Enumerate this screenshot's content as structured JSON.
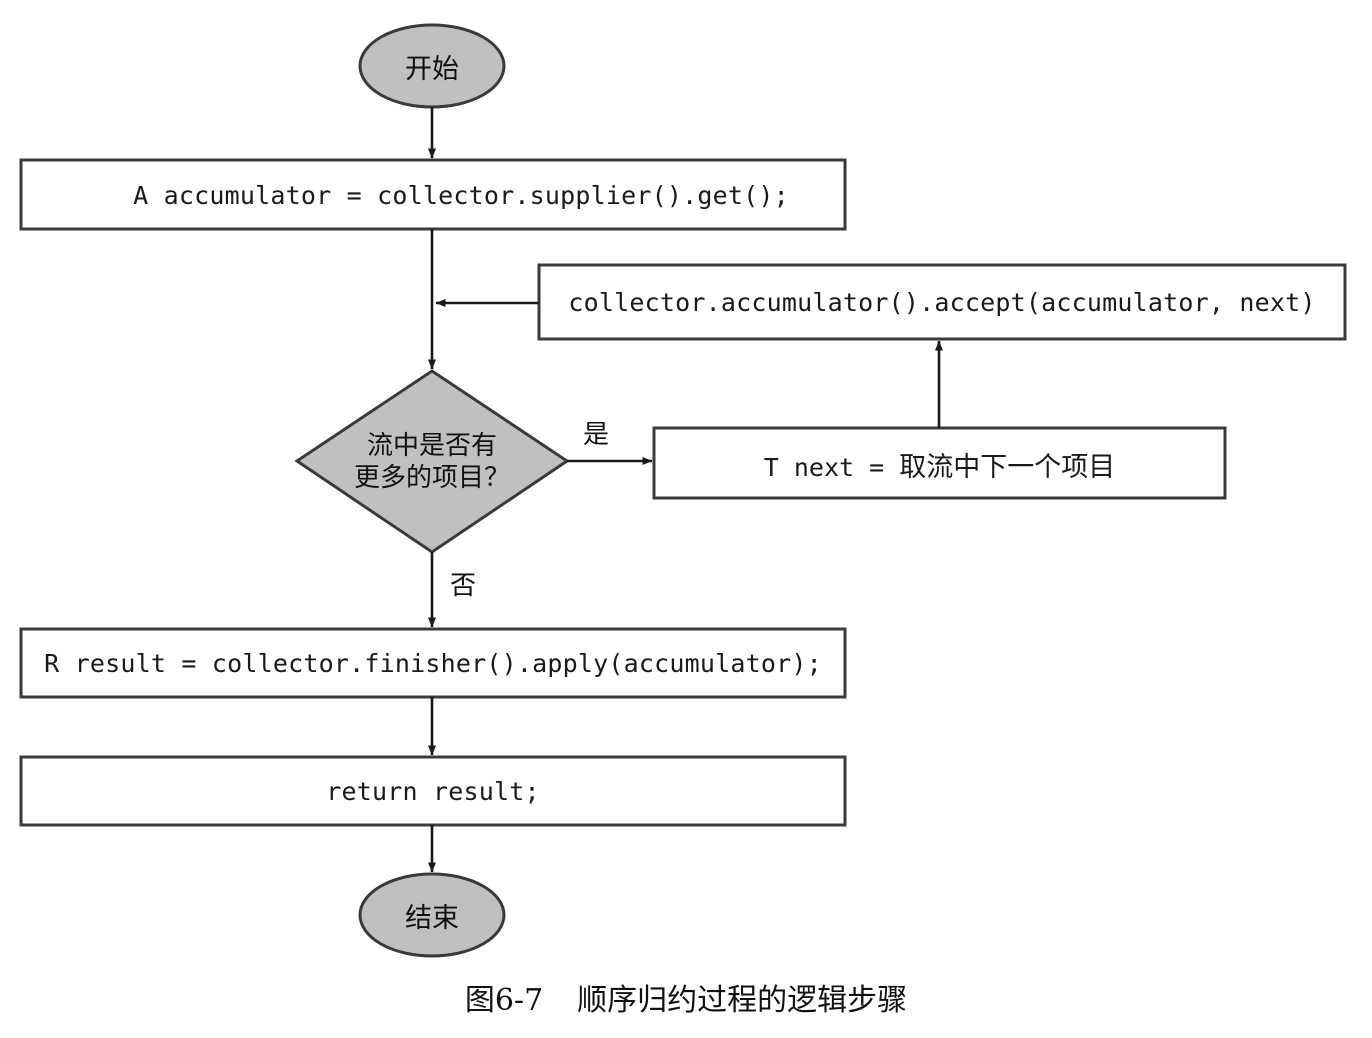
{
  "figure": {
    "caption_number": "图6-7",
    "caption_text": "顺序归约过程的逻辑步骤"
  },
  "colors": {
    "node_fill_gray": "#c0c0c0",
    "node_fill_white": "#ffffff",
    "stroke": "#3a3a3a",
    "text": "#111111"
  },
  "nodes": {
    "start": {
      "label": "开始",
      "shape": "ellipse",
      "fill": "#c0c0c0"
    },
    "supplier": {
      "label": "A accumulator = collector.supplier().get();",
      "shape": "process",
      "fill": "#ffffff"
    },
    "accumulate": {
      "label": "collector.accumulator().accept(accumulator, next)",
      "shape": "process",
      "fill": "#ffffff"
    },
    "decision": {
      "line1": "流中是否有",
      "line2": "更多的项目？",
      "shape": "diamond",
      "fill": "#c0c0c0"
    },
    "next_item": {
      "label_code": "T next",
      "label_eq": " = ",
      "label_cjk": "取流中下一个项目",
      "shape": "process",
      "fill": "#ffffff"
    },
    "finisher": {
      "label": "R result = collector.finisher().apply(accumulator);",
      "shape": "process",
      "fill": "#ffffff"
    },
    "return": {
      "label": "return result;",
      "shape": "process",
      "fill": "#ffffff"
    },
    "end": {
      "label": "结束",
      "shape": "ellipse",
      "fill": "#c0c0c0"
    }
  },
  "edges": {
    "yes_label": "是",
    "no_label": "否"
  }
}
